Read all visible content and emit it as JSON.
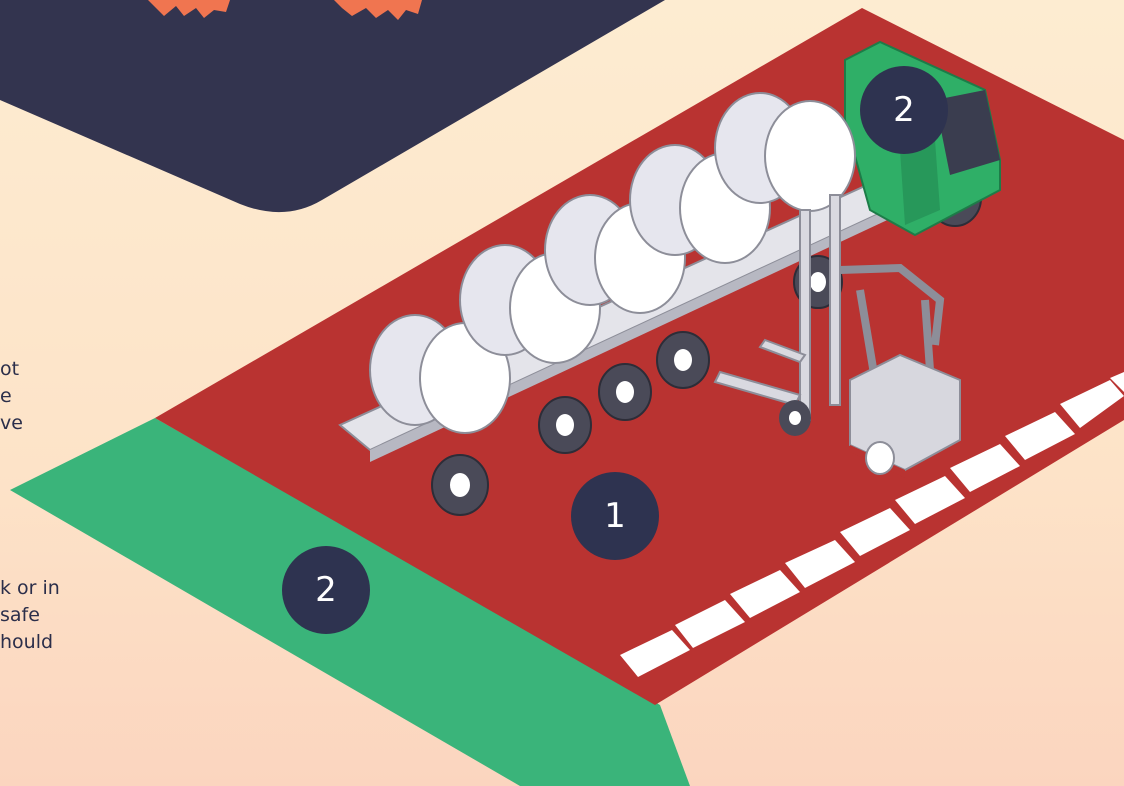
{
  "colors": {
    "background": "#fde7cd",
    "dark_panel": "#33344f",
    "accent_orange": "#f07550",
    "unsafe_zone": "#b93331",
    "safe_zone": "#3ab47a",
    "truck_cab": "#2faf67",
    "badge": "#2e3350",
    "crossing_stripes": "#ffffff"
  },
  "side_text": {
    "top": [
      "ot",
      "e",
      "ve"
    ],
    "bottom": [
      "k or in",
      "safe",
      "hould"
    ]
  },
  "badges": [
    {
      "id": "unsafe-zone-badge",
      "label": "1"
    },
    {
      "id": "truck-cab-badge",
      "label": "2"
    },
    {
      "id": "safe-zone-badge",
      "label": "2"
    }
  ],
  "icons": [
    "lorry-icon",
    "trailer-icon",
    "cable-drum-icon",
    "forklift-icon",
    "pedestrian-crossing-icon"
  ]
}
